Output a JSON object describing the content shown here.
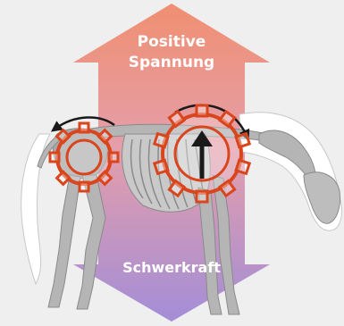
{
  "labels": {
    "top_line1": "Positive",
    "top_line2": "Spannung",
    "bottom": "Schwerkraft"
  },
  "colors": {
    "background": "#efefef",
    "arrow_top": "#f08a6a",
    "arrow_bottom": "#9f88d6",
    "gear_stroke": "#d9451d",
    "skeleton": "#9a9a9a",
    "horse_silhouette": "#ffffff",
    "rotation_arrow": "#1a1a1a"
  },
  "icons": {
    "hind_gear": "gear-icon",
    "fore_gear": "gear-icon",
    "upward_force": "arrow-up-icon",
    "rotation": "curved-arrow-icon"
  }
}
